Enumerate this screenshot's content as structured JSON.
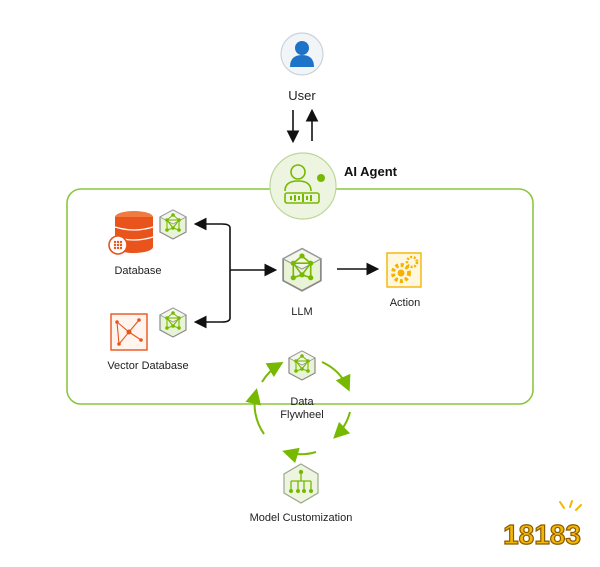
{
  "diagram": {
    "agent_title": "AI Agent",
    "nodes": {
      "user": "User",
      "database": "Database",
      "vector_database": "Vector Database",
      "llm": "LLM",
      "action": "Action",
      "data_flywheel_line1": "Data",
      "data_flywheel_line2": "Flywheel",
      "model_customization": "Model Customization"
    },
    "watermark": "18183"
  },
  "colors": {
    "accent_green": "#76b900",
    "frame_green": "#8cc63f",
    "database_orange": "#e8541c",
    "action_yellow": "#f5b301",
    "user_blue": "#1e73c8",
    "watermark_gold": "#f2b705"
  }
}
